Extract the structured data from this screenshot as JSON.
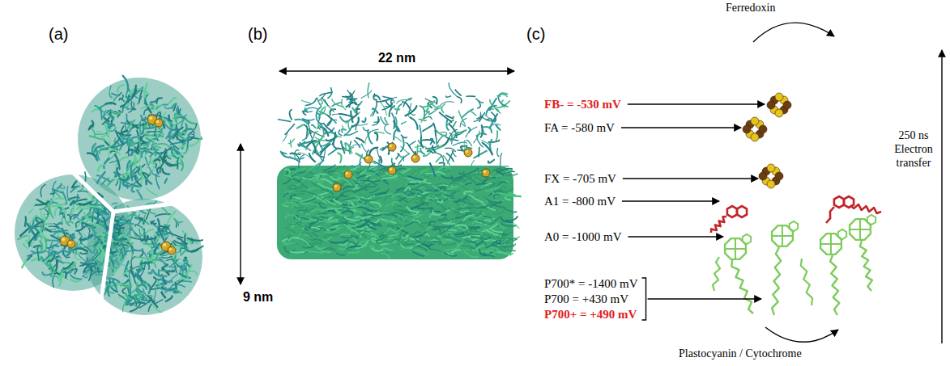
{
  "diagram": {
    "labels": [
      "(a)",
      "(b)",
      "(c)",
      "22 nm",
      "9 nm",
      "Ferredoxin",
      "FB- = -530 mV",
      "FA = -580 mV",
      "FX = -705 mV",
      "A1 = -800 mV",
      "A0 = -1000 mV",
      "P700* = -1400 mV",
      "P700 = +430 mV",
      "P700+ = +490 mV",
      "250 ns Electron transfer",
      "Plastocyanin / Cytochrome"
    ]
  }
}
